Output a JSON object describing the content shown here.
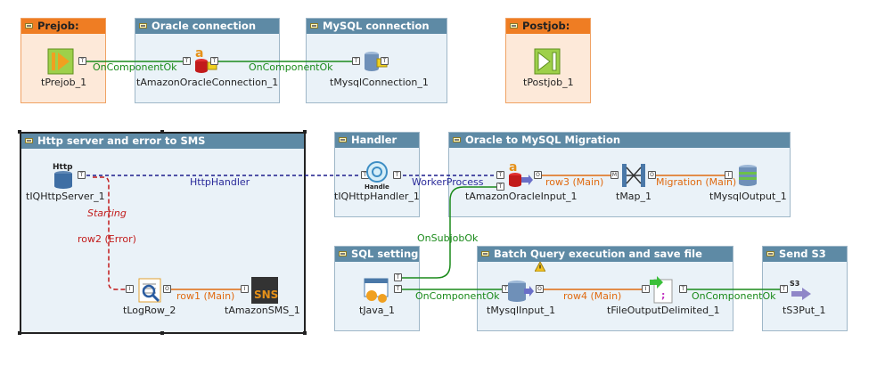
{
  "subjobs": {
    "prejob": "Prejob:",
    "oracle_connection": "Oracle connection",
    "mysql_connection": "MySQL connection",
    "postjob": "Postjob:",
    "http_server": "Http server and error to SMS",
    "handler": "Handler",
    "migration": "Oracle to MySQL Migration",
    "sql_setting": "SQL setting",
    "batch_query": "Batch Query execution and save file",
    "send_s3": "Send S3"
  },
  "components": {
    "prejob": "tPrejob_1",
    "oracle_conn": "tAmazonOracleConnection_1",
    "mysql_conn": "tMysqlConnection_1",
    "postjob": "tPostjob_1",
    "http_server": "tIQHttpServer_1",
    "http_handler": "tIQHttpHandler_1",
    "oracle_input": "tAmazonOracleInput_1",
    "tmap": "tMap_1",
    "mysql_output": "tMysqlOutput_1",
    "logrow": "tLogRow_2",
    "sms": "tAmazonSMS_1",
    "java": "tJava_1",
    "mysql_input": "tMysqlInput_1",
    "file_output": "tFileOutputDelimited_1",
    "s3put": "tS3Put_1"
  },
  "links": {
    "on_component_ok_1": "OnComponentOk",
    "on_component_ok_2": "OnComponentOk",
    "http_handler": "HttpHandler",
    "worker_process": "WorkerProcess",
    "row3": "row3 (Main)",
    "migration": "Migration (Main)",
    "starting": "Starting",
    "row2": "row2 (Error)",
    "row1": "row1 (Main)",
    "on_subjob_ok": "OnSubjobOk",
    "on_component_ok_3": "OnComponentOk",
    "row4": "row4 (Main)",
    "on_component_ok_4": "OnComponentOk"
  },
  "icons": {
    "http_text": "Http",
    "handle_text": "Handle",
    "sns_text": "SNS",
    "s3_text": "S3"
  },
  "colors": {
    "subjob_header": "#5e8aa5",
    "subjob_bg": "#eaf2f8",
    "prejob_header": "#ef7d23",
    "prejob_bg": "#fde9d9",
    "ok_link": "#1a8a1a",
    "main_link": "#e06a10",
    "iterate_link": "#1c1c8c",
    "error_link": "#c21b1b"
  }
}
